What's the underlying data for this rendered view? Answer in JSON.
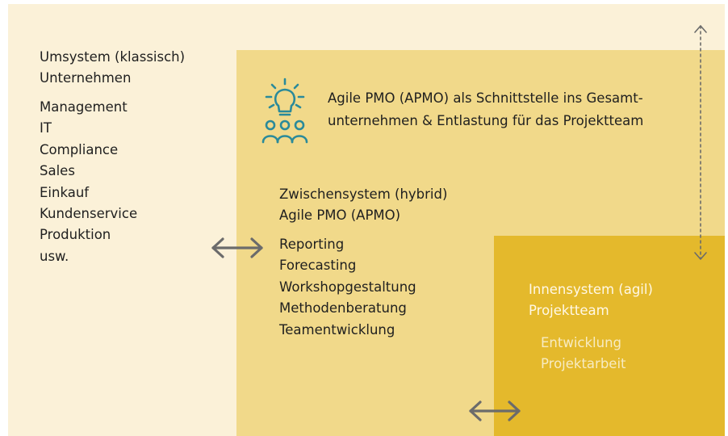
{
  "outer_system": {
    "title_line1": "Umsystem (klassisch)",
    "title_line2": "Unternehmen",
    "items": [
      "Management",
      "IT",
      "Compliance",
      "Sales",
      "Einkauf",
      "Kundenservice",
      "Produktion",
      "usw."
    ]
  },
  "middle_system": {
    "title_line1": "Zwischensystem (hybrid)",
    "title_line2": "Agile PMO (APMO)",
    "items": [
      "Reporting",
      "Forecasting",
      "Workshopgestaltung",
      "Methodenberatung",
      "Teamentwicklung"
    ]
  },
  "inner_system": {
    "title_line1": "Innensystem (agil)",
    "title_line2": "Projektteam",
    "items": [
      "Entwicklung",
      "Projektarbeit"
    ]
  },
  "apmo_note": {
    "line1": "Agile PMO (APMO) als Schnittstelle ins Gesamt-",
    "line2": "unternehmen & Entlastung für das Projektteam"
  },
  "icons": {
    "idea_team": "lightbulb-team-icon",
    "arrow_left_right": "double-arrow-icon",
    "arrow_vertical": "dashed-vertical-double-arrow-icon"
  },
  "colors": {
    "outer_bg": "#fbf1d8",
    "middle_bg": "#f1d98a",
    "inner_bg": "#e4b92c",
    "icon_teal": "#2a8a9a",
    "arrow_gray": "#6b6b6b"
  }
}
